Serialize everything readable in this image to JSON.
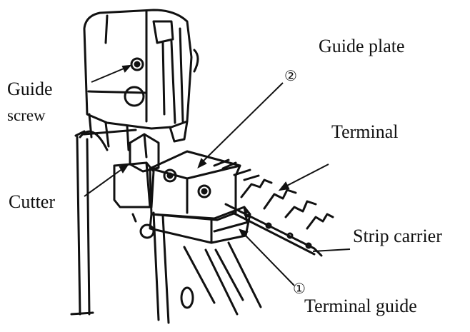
{
  "labels": {
    "guide_plate": "Guide plate",
    "guide_screw_line1": "Guide",
    "guide_screw_line2": "screw",
    "terminal": "Terminal",
    "cutter": "Cutter",
    "strip_carrier": "Strip carrier",
    "terminal_guide": "Terminal guide",
    "marker_1": "①",
    "marker_2": "②"
  },
  "colors": {
    "ink": "#111111",
    "paper": "#ffffff"
  }
}
